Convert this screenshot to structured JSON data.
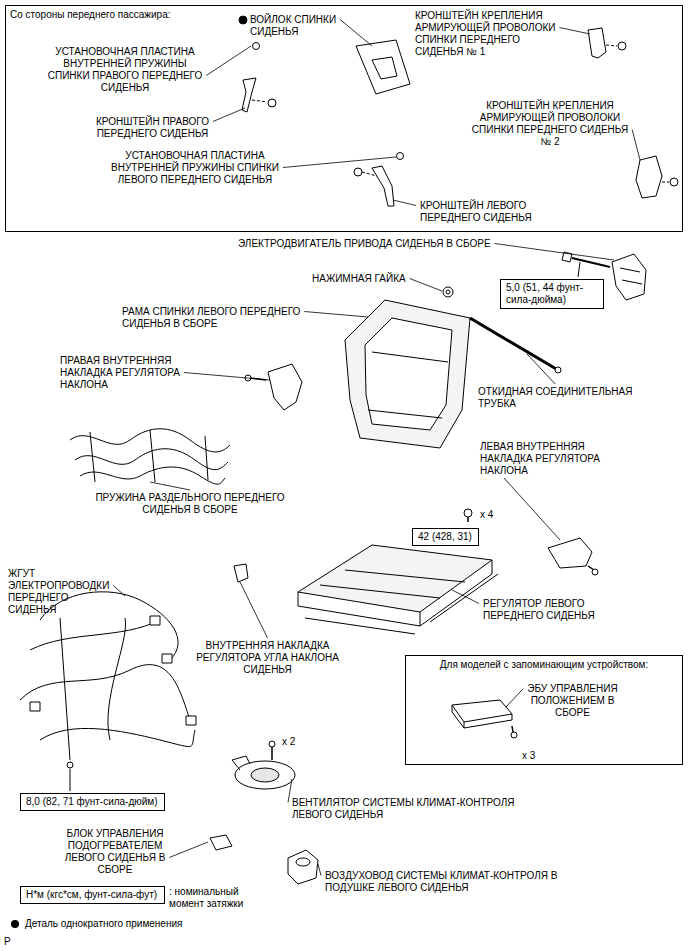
{
  "diagram": {
    "nodes": [
      {
        "text": [
          "Со стороны переднего пассажира:"
        ]
      },
      {
        "text": [
          "5,0 (51, 44 фунт-сила-дюйма)"
        ]
      },
      {
        "text": [
          "42 (428, 31)"
        ]
      },
      {
        "text": [
          "Для моделей с запоминающим устройством:"
        ]
      },
      {
        "text": [
          "8,0 (82, 71 фунт-сила-дюйм)"
        ]
      },
      {
        "text": [
          "Н*м (кгс*см, фунт-сила-фут)"
        ]
      }
    ],
    "labels": [
      "ВОЙЛОК СПИНКИ СИДЕНЬЯ",
      "КРОНШТЕЙН КРЕПЛЕНИЯ АРМИРУЮЩЕЙ ПРОВОЛОКИ СПИНКИ ПЕРЕДНЕГО СИДЕНЬЯ № 1",
      "УСТАНОВОЧНАЯ ПЛАСТИНА ВНУТРЕННЕЙ ПРУЖИНЫ СПИНКИ ПРАВОГО ПЕРЕДНЕГО СИДЕНЬЯ",
      "КРОНШТЕЙН ПРАВОГО ПЕРЕДНЕГО СИДЕНЬЯ",
      "КРОНШТЕЙН КРЕПЛЕНИЯ АРМИРУЮЩЕЙ ПРОВОЛОКИ СПИНКИ ПЕРЕДНЕГО СИДЕНЬЯ № 2",
      "УСТАНОВОЧНАЯ ПЛАСТИНА ВНУТРЕННЕЙ ПРУЖИНЫ СПИНКИ ЛЕВОГО ПЕРЕДНЕГО СИДЕНЬЯ",
      "КРОНШТЕЙН ЛЕВОГО ПЕРЕДНЕГО СИДЕНЬЯ",
      "ЭЛЕКТРОДВИГАТЕЛЬ ПРИВОДА СИДЕНЬЯ В СБОРЕ",
      "НАЖИМНАЯ ГАЙКА",
      "РАМА СПИНКИ ЛЕВОГО ПЕРЕДНЕГО СИДЕНЬЯ В СБОРЕ",
      "ПРАВАЯ ВНУТРЕННЯЯ НАКЛАДКА РЕГУЛЯТОРА НАКЛОНА",
      "ОТКИДНАЯ СОЕДИНИТЕЛЬНАЯ ТРУБКА",
      "ЛЕВАЯ ВНУТРЕННЯЯ НАКЛАДКА РЕГУЛЯТОРА НАКЛОНА",
      "ПРУЖИНА РАЗДЕЛЬНОГО ПЕРЕДНЕГО СИДЕНЬЯ В СБОРЕ",
      "x 4",
      "ЖГУТ ЭЛЕКТРОПРОВОДКИ ПЕРЕДНЕГО СИДЕНЬЯ",
      "ВНУТРЕННЯЯ НАКЛАДКА РЕГУЛЯТОРА УГЛА НАКЛОНА СИДЕНЬЯ",
      "РЕГУЛЯТОР ЛЕВОГО ПЕРЕДНЕГО СИДЕНЬЯ",
      "ЭБУ УПРАВЛЕНИЯ ПОЛОЖЕНИЕМ В СБОРЕ",
      "x 3",
      "x 2",
      "ВЕНТИЛЯТОР СИСТЕМЫ КЛИМАТ-КОНТРОЛЯ ЛЕВОГО СИДЕНЬЯ",
      "БЛОК УПРАВЛЕНИЯ ПОДОГРЕВАТЕЛЕМ ЛЕВОГО СИДЕНЬЯ В СБОРЕ",
      "ВОЗДУХОВОД СИСТЕМЫ КЛИМАТ-КОНТРОЛЯ В ПОДУШКЕ ЛЕВОГО СИДЕНЬЯ",
      "P"
    ],
    "legend": [
      {
        "text": ": номинальный момент затяжки"
      },
      {
        "text": "Деталь однократного применения"
      }
    ]
  }
}
